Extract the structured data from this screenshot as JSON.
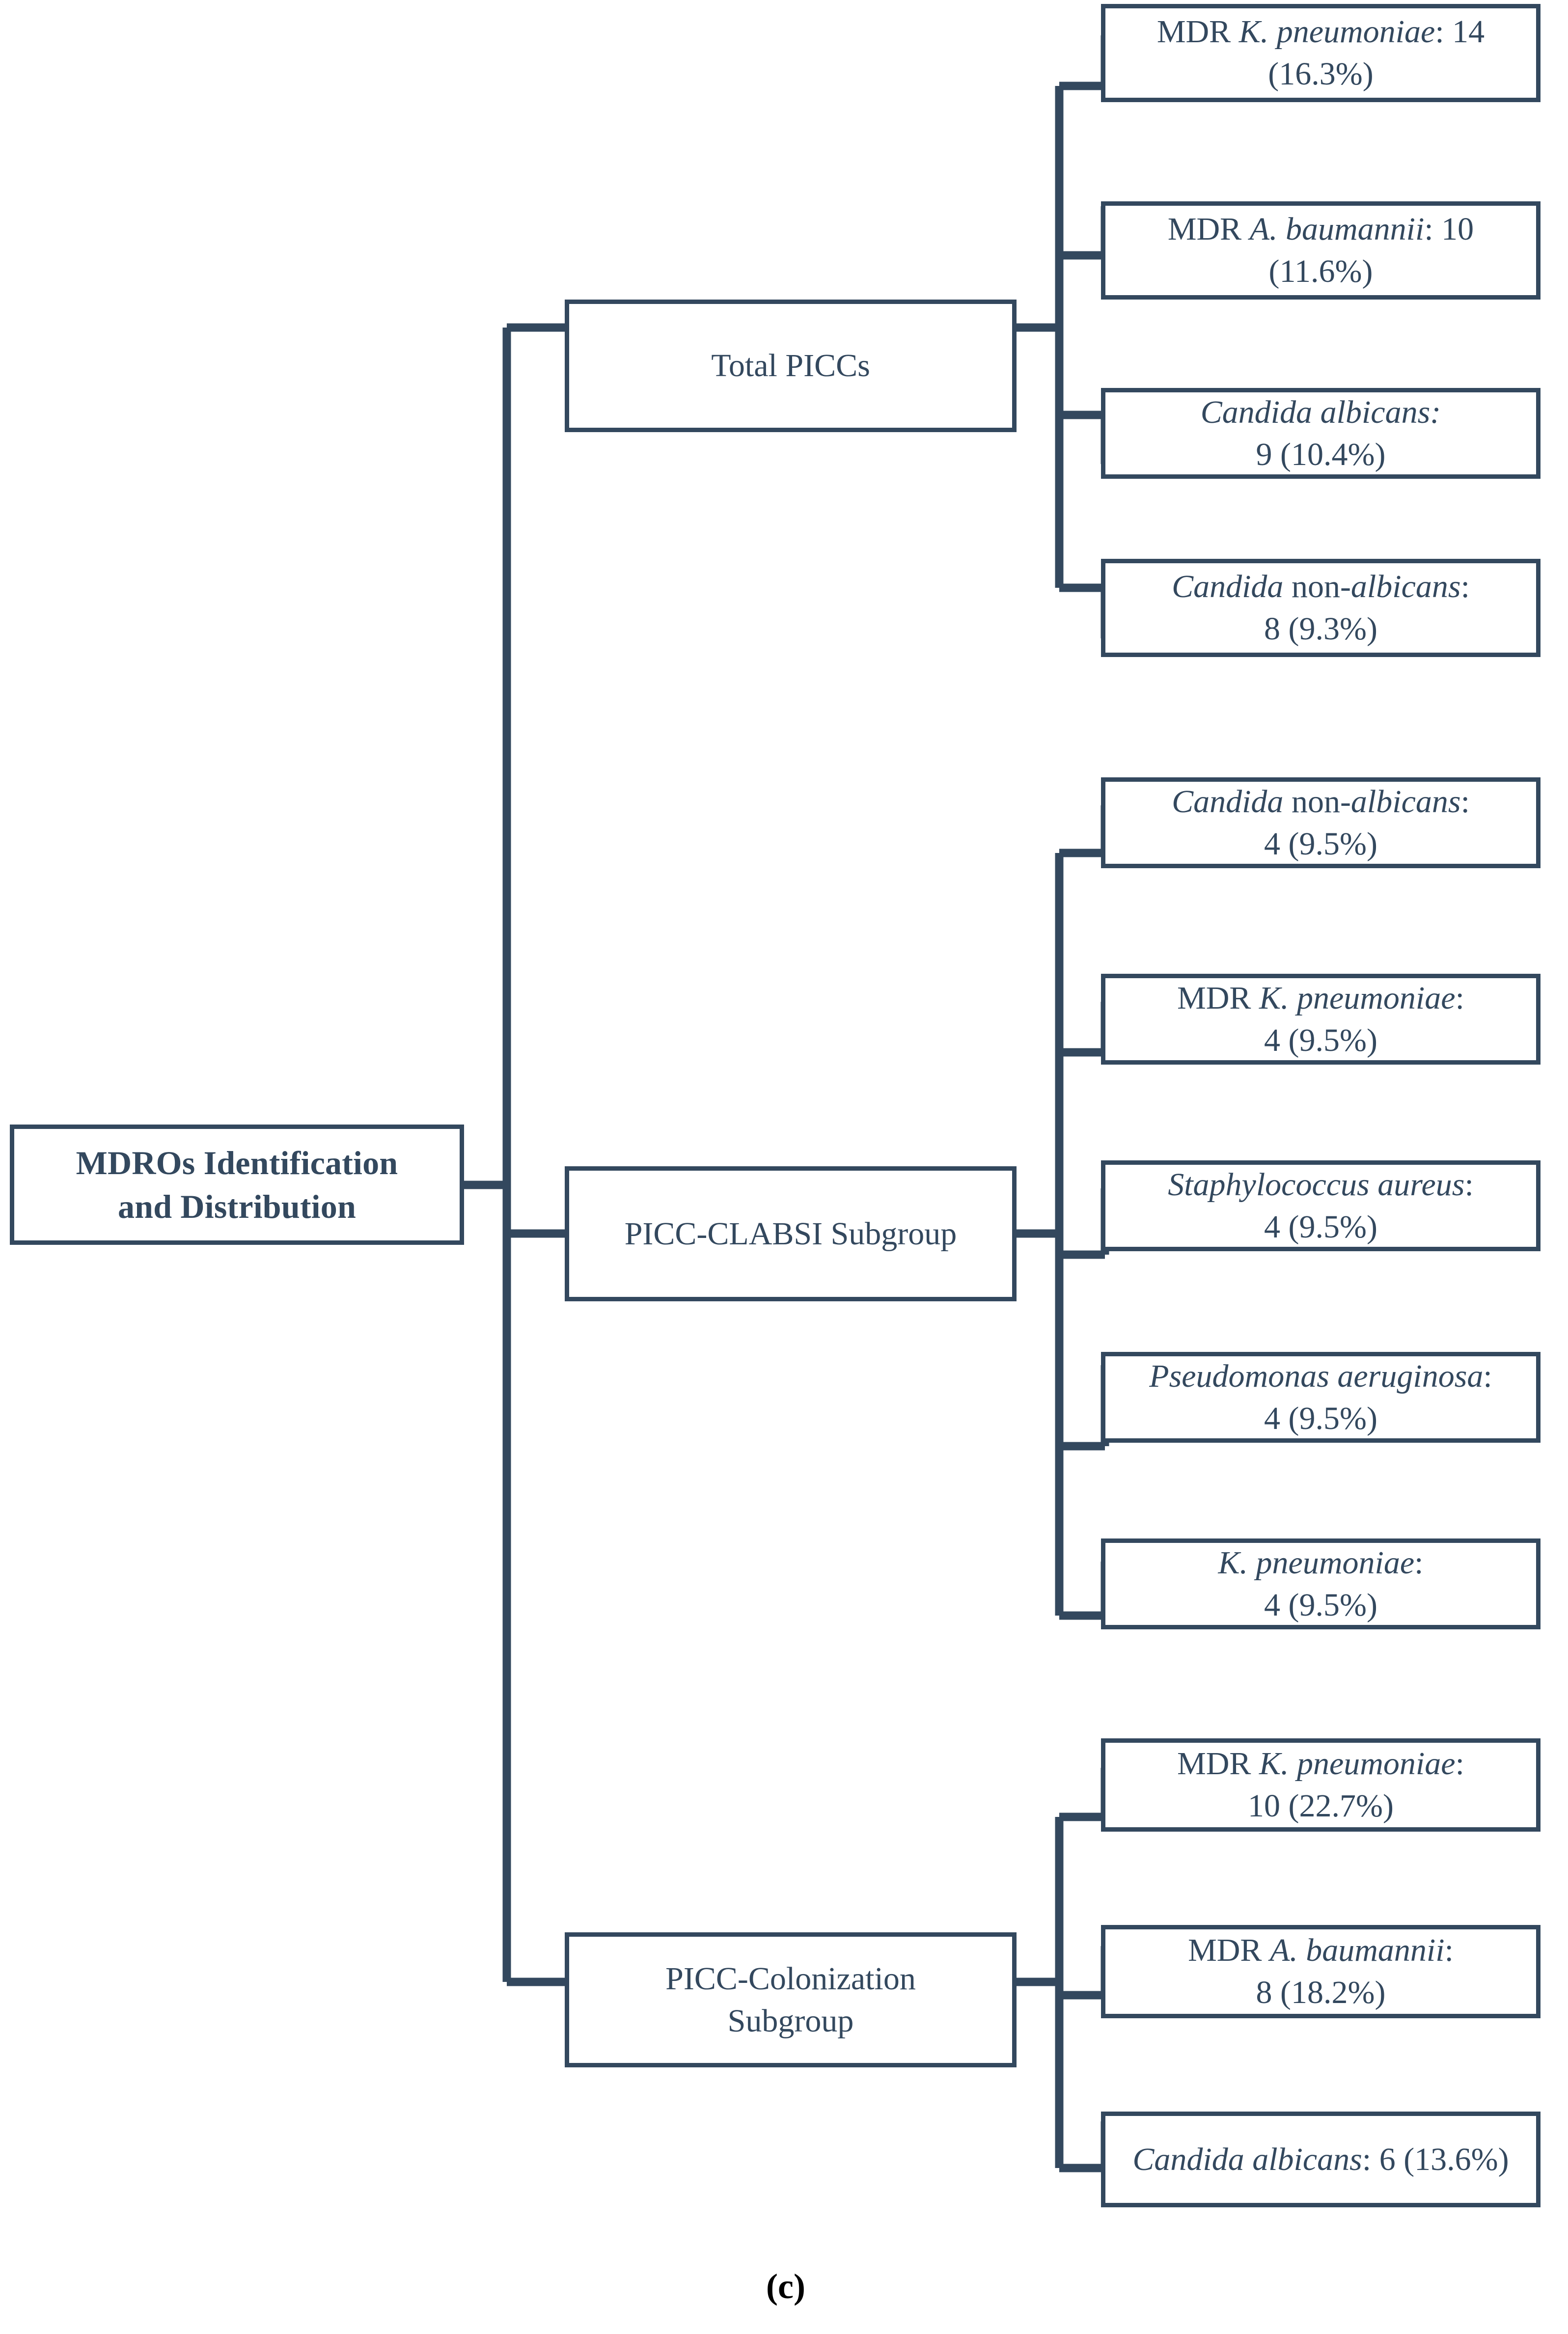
{
  "figure": {
    "caption": "(c)",
    "colors": {
      "line": "#33485e",
      "text": "#33485e",
      "caption_text": "#000000",
      "background": "#ffffff"
    }
  },
  "root": {
    "label_line1": "MDROs Identification",
    "label_line2": "and Distribution"
  },
  "branches": [
    {
      "id": "total-piccs",
      "label": "Total PICCs",
      "leaves": [
        {
          "id": "total-mdr-kpneumoniae",
          "prefix": "MDR ",
          "organism": "K. pneumoniae",
          "organism_italic": true,
          "suffix": ": 14",
          "value_line": "(16.3%)",
          "count": 14,
          "percent": 16.3,
          "full_text": "MDR K. pneumoniae: 14 (16.3%)"
        },
        {
          "id": "total-mdr-abaumannii",
          "prefix": "MDR ",
          "organism": "A. baumannii",
          "organism_italic": true,
          "suffix": ": 10",
          "value_line": "(11.6%)",
          "count": 10,
          "percent": 11.6,
          "full_text": "MDR A. baumannii: 10 (11.6%)"
        },
        {
          "id": "total-candida-albicans",
          "prefix": "",
          "organism": "Candida albicans:",
          "organism_italic": true,
          "suffix": "",
          "value_line": "9 (10.4%)",
          "count": 9,
          "percent": 10.4,
          "full_text": "Candida albicans: 9 (10.4%)"
        },
        {
          "id": "total-candida-non-albicans",
          "prefix": "",
          "organism": "Candida",
          "organism_italic": true,
          "middle": " non-",
          "organism2": "albicans",
          "suffix": ":",
          "value_line": "8 (9.3%)",
          "count": 8,
          "percent": 9.3,
          "full_text": "Candida non-albicans: 8 (9.3%)"
        }
      ]
    },
    {
      "id": "picc-clabsi",
      "label": "PICC-CLABSI Subgroup",
      "leaves": [
        {
          "id": "clabsi-candida-non-albicans",
          "prefix": "",
          "organism": "Candida",
          "organism_italic": true,
          "middle": " non-",
          "organism2": "albicans",
          "suffix": ":",
          "value_line": "4 (9.5%)",
          "count": 4,
          "percent": 9.5,
          "full_text": "Candida non-albicans: 4 (9.5%)"
        },
        {
          "id": "clabsi-mdr-kpneumoniae",
          "prefix": "MDR ",
          "organism": "K. pneumoniae",
          "organism_italic": true,
          "suffix": ":",
          "value_line": "4 (9.5%)",
          "count": 4,
          "percent": 9.5,
          "full_text": "MDR K. pneumoniae: 4 (9.5%)"
        },
        {
          "id": "clabsi-staph-aureus",
          "prefix": "",
          "organism": "Staphylococcus aureus",
          "organism_italic": true,
          "suffix": ":",
          "value_line": "4 (9.5%)",
          "count": 4,
          "percent": 9.5,
          "full_text": "Staphylococcus aureus: 4 (9.5%)"
        },
        {
          "id": "clabsi-pseudomonas-aeruginosa",
          "prefix": "",
          "organism": "Pseudomonas aeruginosa",
          "organism_italic": true,
          "suffix": ":",
          "value_line": "4 (9.5%)",
          "count": 4,
          "percent": 9.5,
          "full_text": "Pseudomonas aeruginosa: 4 (9.5%)"
        },
        {
          "id": "clabsi-kpneumoniae",
          "prefix": "",
          "organism": "K. pneumoniae",
          "organism_italic": true,
          "suffix": ":",
          "value_line": "4 (9.5%)",
          "count": 4,
          "percent": 9.5,
          "full_text": "K. pneumoniae: 4 (9.5%)"
        }
      ]
    },
    {
      "id": "picc-colonization",
      "label_line1": "PICC-Colonization",
      "label_line2": "Subgroup",
      "label": "PICC-Colonization Subgroup",
      "leaves": [
        {
          "id": "colonization-mdr-kpneumoniae",
          "prefix": "MDR ",
          "organism": "K. pneumoniae",
          "organism_italic": true,
          "suffix": ":",
          "value_line": "10 (22.7%)",
          "count": 10,
          "percent": 22.7,
          "full_text": "MDR K. pneumoniae: 10 (22.7%)"
        },
        {
          "id": "colonization-mdr-abaumannii",
          "prefix": "MDR ",
          "organism": "A. baumannii",
          "organism_italic": true,
          "suffix": ":",
          "value_line": "8 (18.2%)",
          "count": 8,
          "percent": 18.2,
          "full_text": "MDR A. baumannii: 8 (18.2%)"
        },
        {
          "id": "colonization-candida-albicans",
          "prefix": "",
          "organism": "Candida albicans",
          "organism_italic": true,
          "suffix": ": 6",
          "value_line": "(13.6%)",
          "count": 6,
          "percent": 13.6,
          "full_text": "Candida albicans: 6 (13.6%)"
        }
      ]
    }
  ]
}
